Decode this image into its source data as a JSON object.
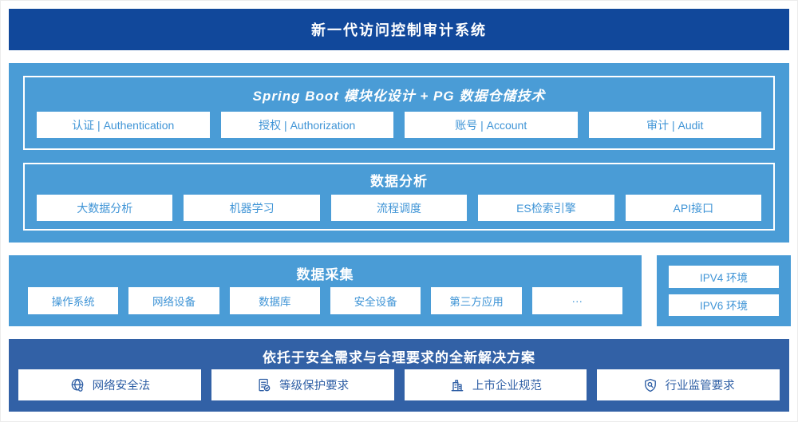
{
  "banner": {
    "title": "新一代访问控制审计系统"
  },
  "colors": {
    "banner_bg": "#11489b",
    "sky_blue_bg": "#4a9cd6",
    "sky_chip_text": "#3f94d6",
    "solution_bg": "#3261a6",
    "solution_chip_text": "#2f5fa5"
  },
  "platform": {
    "spring": {
      "title": "Spring Boot 模块化设计 + PG 数据仓储技术",
      "items": [
        "认证 | Authentication",
        "授权 | Authorization",
        "账号 | Account",
        "审计 | Audit"
      ]
    },
    "analysis": {
      "title": "数据分析",
      "items": [
        "大数据分析",
        "机器学习",
        "流程调度",
        "ES检索引擎",
        "API接口"
      ]
    }
  },
  "collection": {
    "title": "数据采集",
    "items": [
      "操作系统",
      "网络设备",
      "数据库",
      "安全设备",
      "第三方应用",
      "···"
    ]
  },
  "environments": {
    "items": [
      "IPV4 环境",
      "IPV6 环境"
    ]
  },
  "solution": {
    "title": "依托于安全需求与合理要求的全新解决方案",
    "items": [
      {
        "icon": "globe-icon",
        "label": "网络安全法"
      },
      {
        "icon": "document-check-icon",
        "label": "等级保护要求"
      },
      {
        "icon": "building-icon",
        "label": "上市企业规范"
      },
      {
        "icon": "shield-search-icon",
        "label": "行业监管要求"
      }
    ]
  }
}
